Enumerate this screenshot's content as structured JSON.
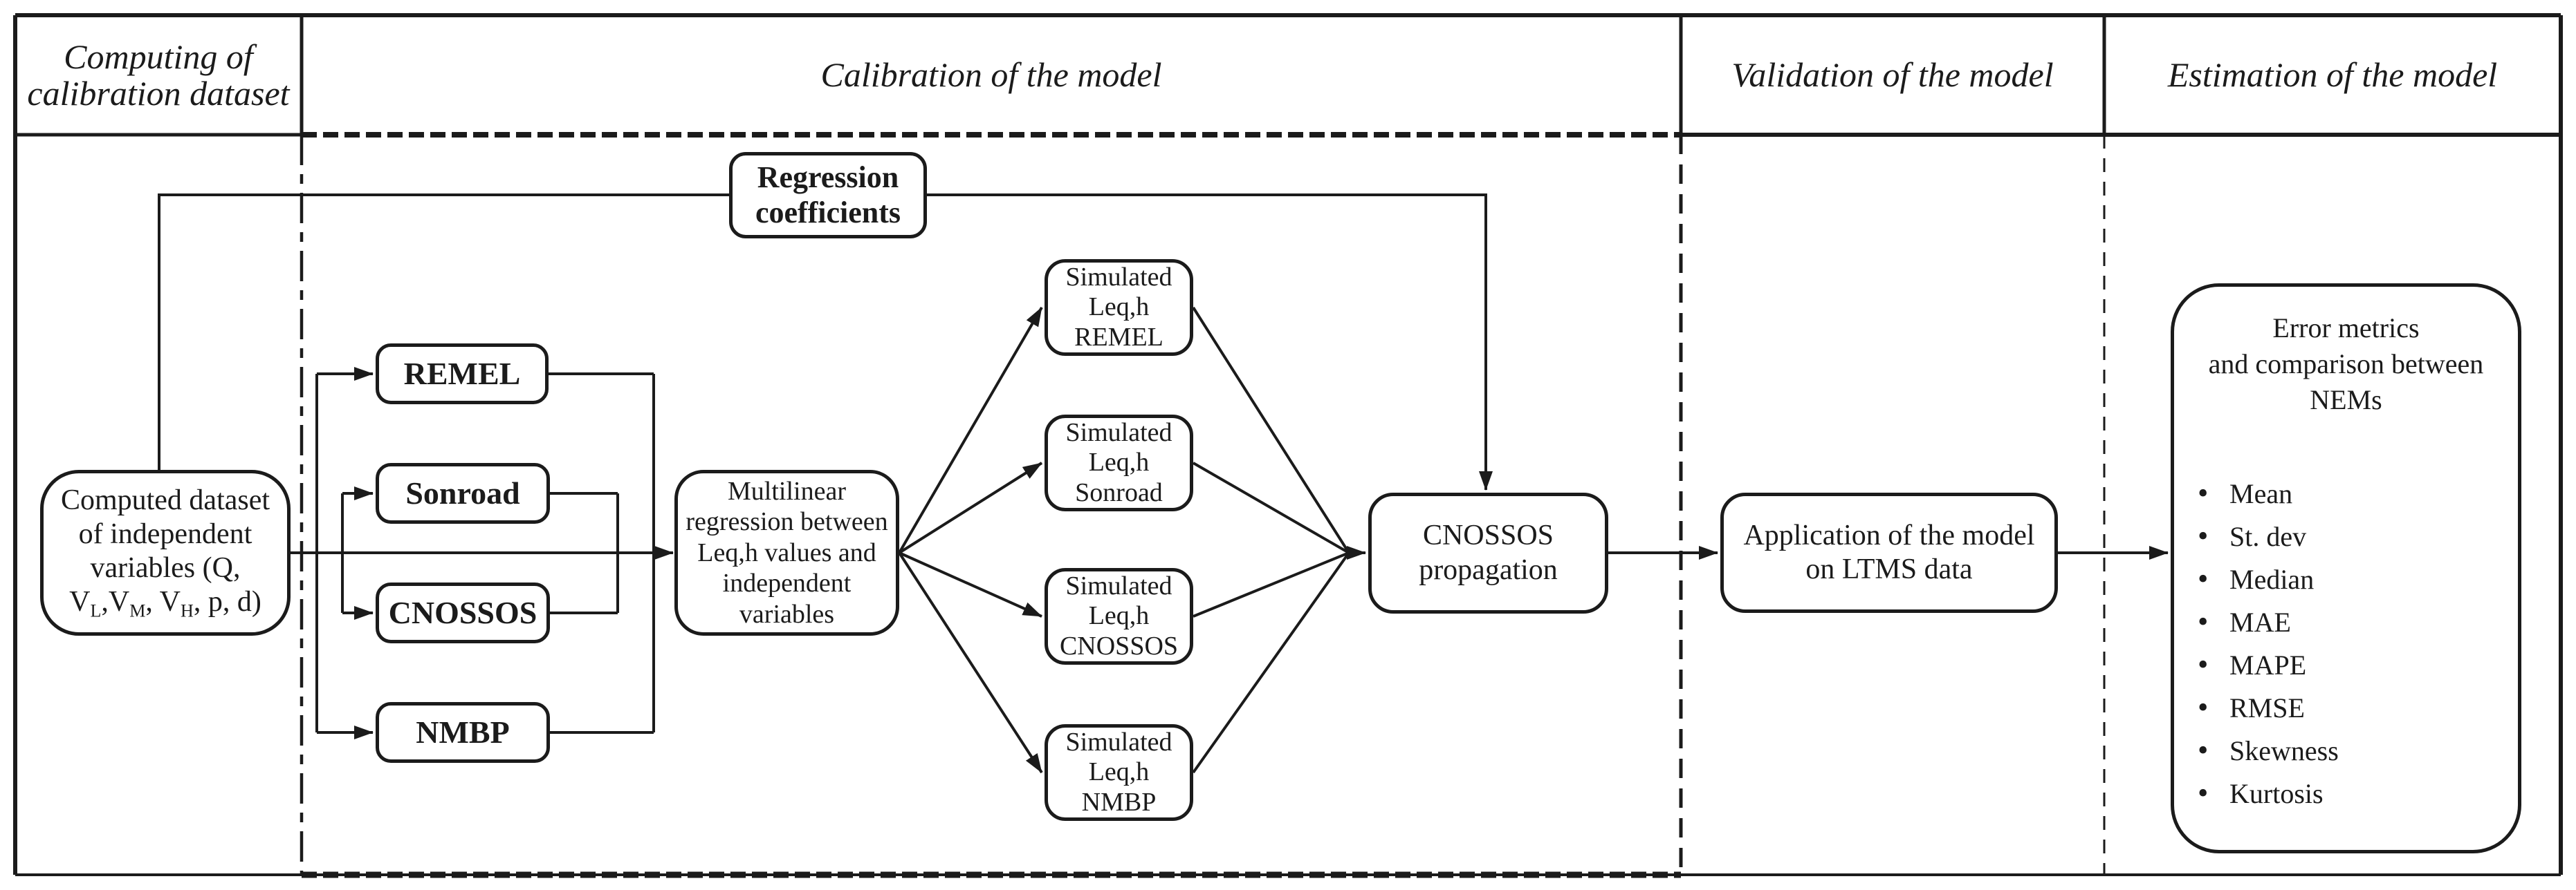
{
  "colors": {
    "ink": "#1b1b1b",
    "background": "#ffffff"
  },
  "header": {
    "col1": "Computing of\ncalibration dataset",
    "col2": "Calibration of the model",
    "col3": "Validation of the model",
    "col4": "Estimation of the model"
  },
  "boxes": {
    "computed_dataset": {
      "line1": "Computed dataset",
      "line2": "of independent",
      "line3": "variables (Q,",
      "v1": "V",
      "s1": "L",
      "v2": ",V",
      "s2": "M",
      "v3": ", V",
      "s3": "H",
      "tail": ", p, d)"
    },
    "regression_coefficients": "Regression\ncoefficients",
    "nems": [
      "REMEL",
      "Sonroad",
      "CNOSSOS",
      "NMBP"
    ],
    "multilinear": "Multilinear\nregression between\nLeq,h values and\nindependent\nvariables",
    "simulated": [
      "Simulated\nLeq,h\nREMEL",
      "Simulated\nLeq,h\nSonroad",
      "Simulated\nLeq,h\nCNOSSOS",
      "Simulated\nLeq,h\nNMBP"
    ],
    "cnossos_propagation": "CNOSSOS\npropagation",
    "application": "Application of the model\non LTMS data",
    "error_metrics": {
      "title": "Error metrics\nand comparison between\nNEMs",
      "items": [
        "Mean",
        "St. dev",
        "Median",
        "MAE",
        "MAPE",
        "RMSE",
        "Skewness",
        "Kurtosis"
      ]
    }
  }
}
